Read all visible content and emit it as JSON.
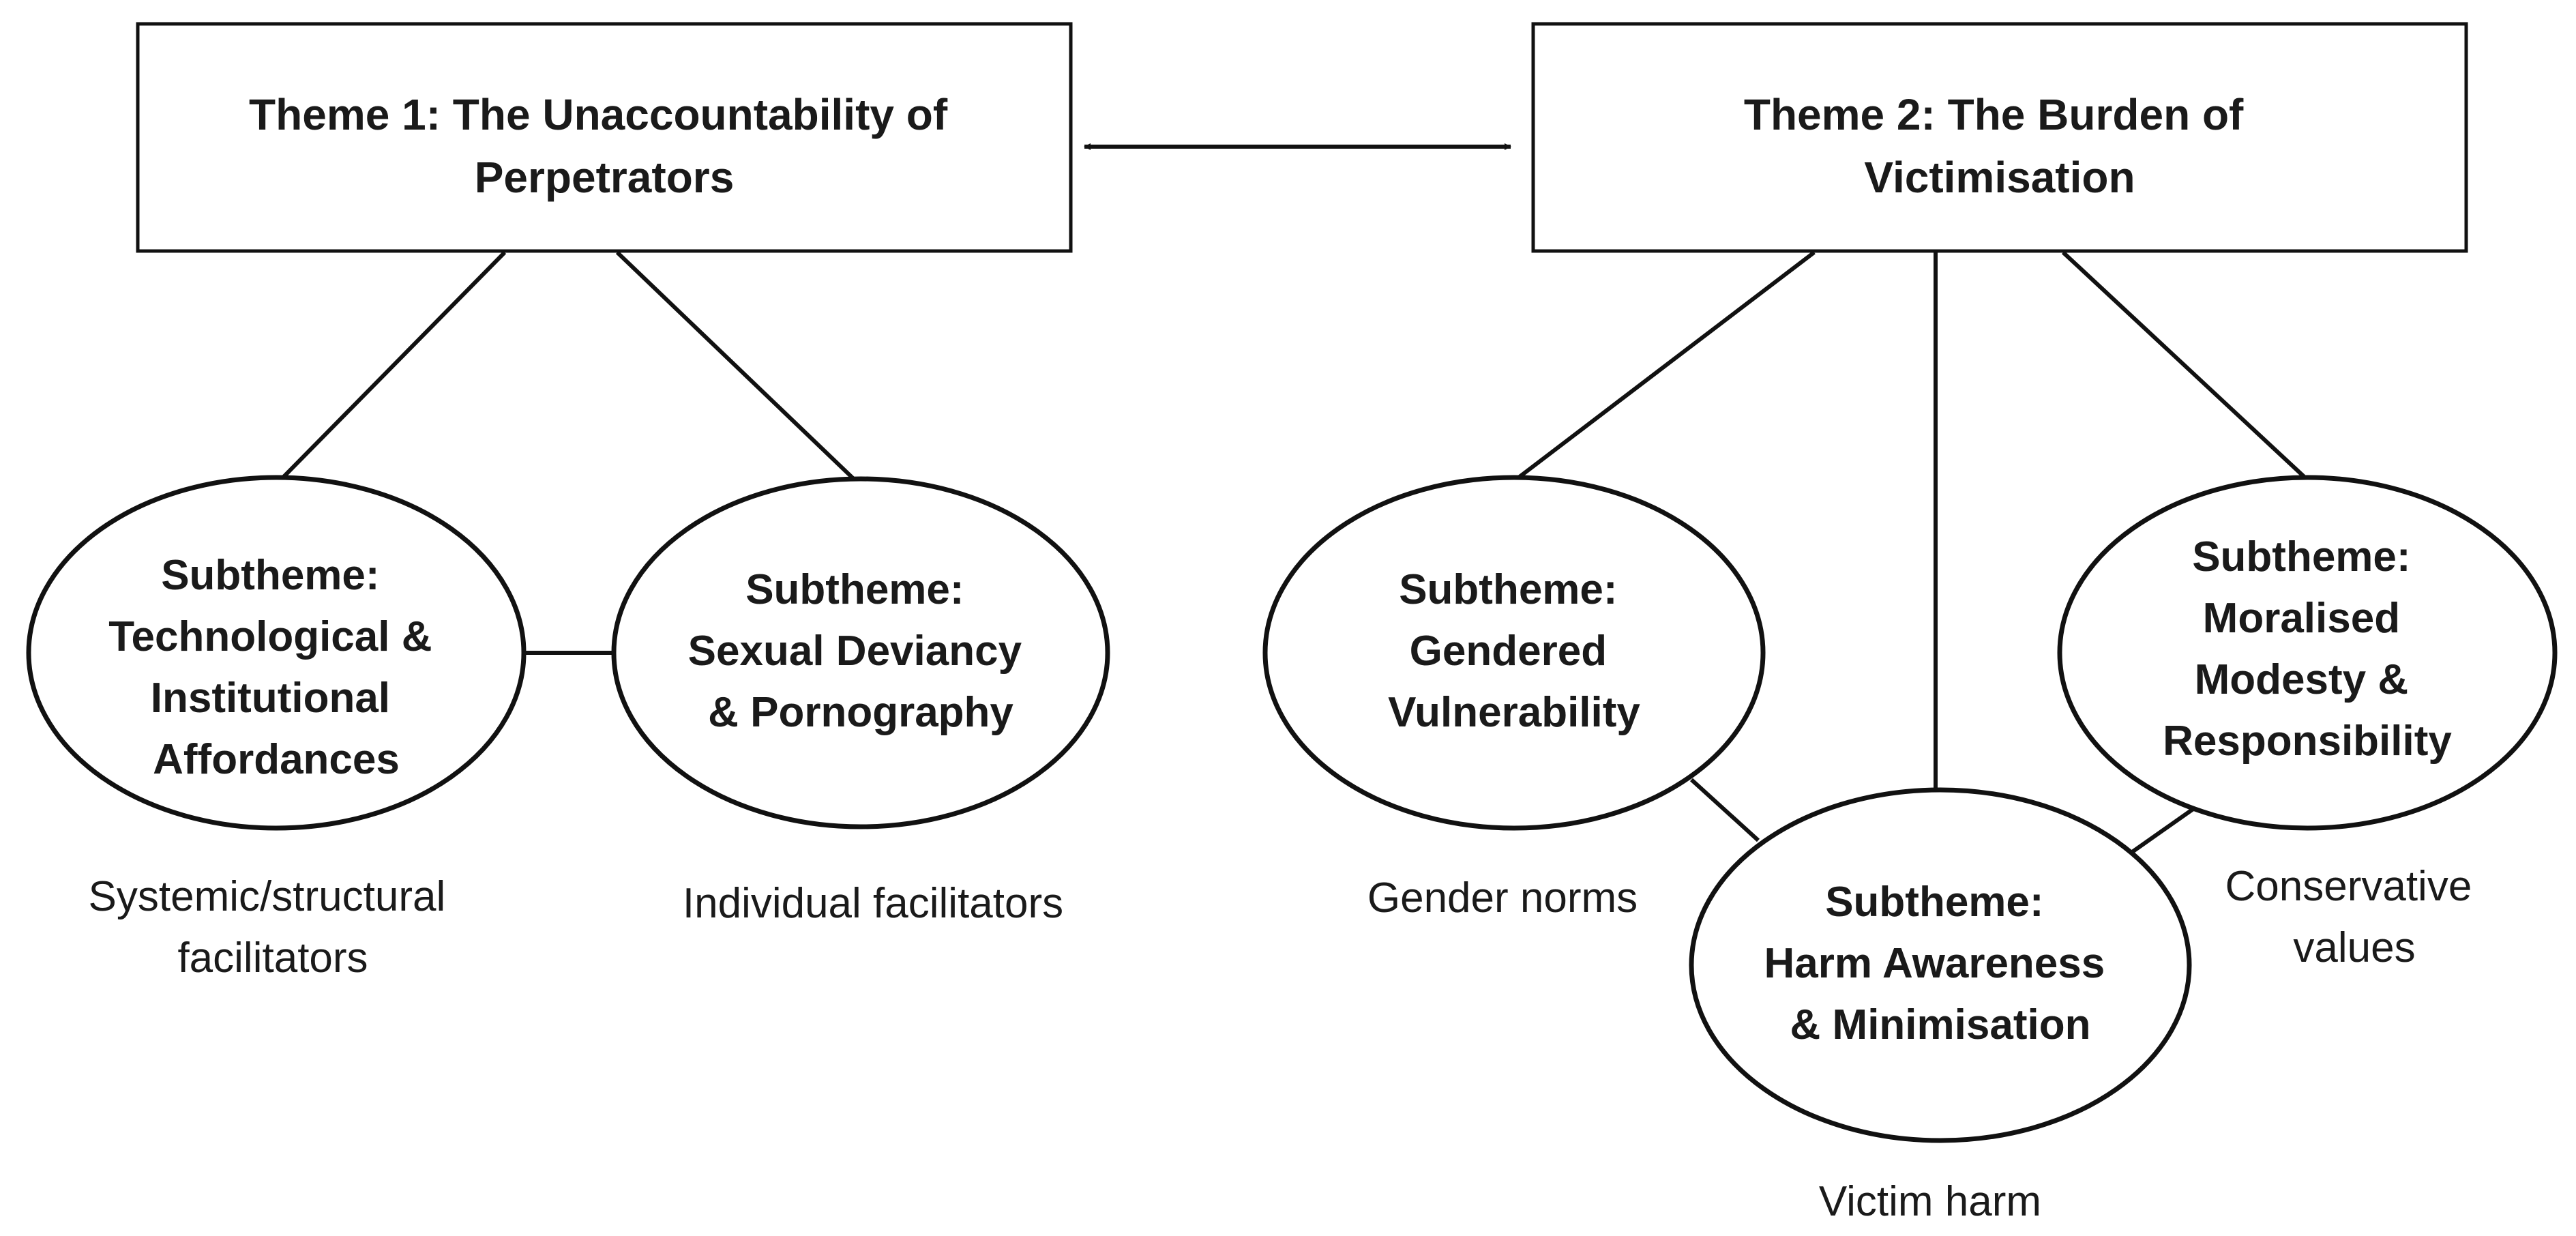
{
  "theme1": {
    "lines": [
      "Theme 1: The Unaccountability of",
      "Perpetrators"
    ]
  },
  "theme2": {
    "lines": [
      "Theme 2: The Burden of",
      "Victimisation"
    ]
  },
  "subthemes": {
    "technological": {
      "lines": [
        "Subtheme:",
        "Technological &",
        "Institutional",
        "Affordances"
      ]
    },
    "sexual": {
      "lines": [
        "Subtheme:",
        "Sexual Deviancy",
        "& Pornography"
      ]
    },
    "gendered": {
      "lines": [
        "Subtheme:",
        "Gendered",
        "Vulnerability"
      ]
    },
    "moralised": {
      "lines": [
        "Subtheme:",
        "Moralised",
        "Modesty &",
        "Responsibility"
      ]
    },
    "harm": {
      "lines": [
        "Subtheme:",
        "Harm Awareness",
        "& Minimisation"
      ]
    }
  },
  "captions": {
    "systemic": {
      "lines": [
        "Systemic/structural",
        "facilitators"
      ]
    },
    "individual": {
      "lines": [
        "Individual facilitators"
      ]
    },
    "gender_norms": {
      "lines": [
        "Gender norms"
      ]
    },
    "conservative": {
      "lines": [
        "Conservative",
        "values"
      ]
    },
    "victim_harm": {
      "lines": [
        "Victim harm"
      ]
    }
  }
}
